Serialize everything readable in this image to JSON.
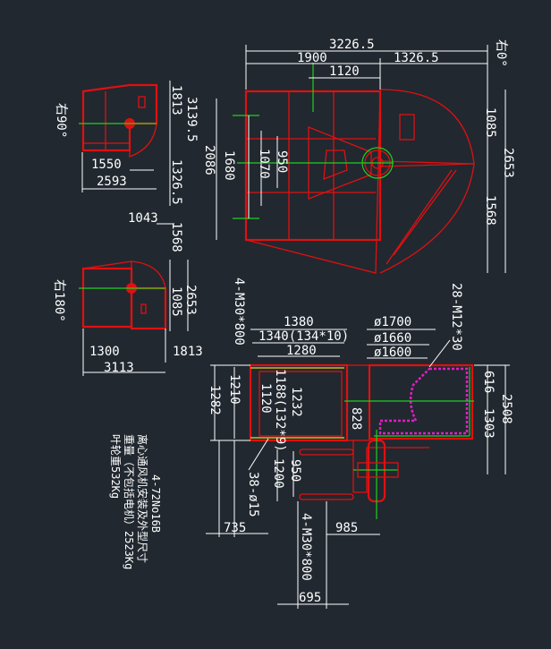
{
  "top_view": {
    "rotation_label": "右0°",
    "dims": {
      "overall_width": "3226.5",
      "left_width": "1900",
      "right_width": "1326.5",
      "inlet_offset": "1120",
      "upper_height": "1085",
      "total_height": "2653",
      "lower_height": "1568",
      "h3139": "3139.5",
      "h2086": "2086",
      "h1680": "1680",
      "h1070": "1070",
      "h950": "950"
    }
  },
  "view_90": {
    "rotation_label": "右90°",
    "dims": {
      "d1813": "1813",
      "d1326": "1326.5",
      "d1550": "1550",
      "d2593": "2593",
      "d1043": "1043",
      "d1568": "1568"
    }
  },
  "view_180": {
    "rotation_label": "右180°",
    "dims": {
      "d2653": "2653",
      "d1085": "1085",
      "d1300": "1300",
      "d1813": "1813",
      "d3113": "3113"
    }
  },
  "plan_view": {
    "dims": {
      "d1380": "1380",
      "d1340": "1340(134*10)",
      "d1280": "1280",
      "phi1700": "ø1700",
      "phi1660": "ø1660",
      "phi1600": "ø1600",
      "bolts_top": "28-M12*30",
      "d616": "616",
      "d2508": "2508",
      "d1303": "1303",
      "d1282": "1282",
      "d1210": "1210",
      "d1120": "1120",
      "d1188": "1188(132*9)",
      "d1232": "1232",
      "d828": "828",
      "holes": "38-ø15",
      "d1200": "1200",
      "d950": "950",
      "d735": "735",
      "anchor_left": "4-M30*800",
      "anchor_bottom": "4-M30*800",
      "d985": "985",
      "d695": "695"
    }
  },
  "notes": {
    "model": "4-72No16B",
    "title": "离心通风机安装及外型尺寸",
    "weight": "重量（不包括电机）2523Kg",
    "impeller_weight": "叶轮重532Kg"
  },
  "colors": {
    "background": "#212830",
    "outline": "#e01010",
    "centerline": "#20d020",
    "dimension": "#ffffff",
    "flange": "#e020c0"
  }
}
